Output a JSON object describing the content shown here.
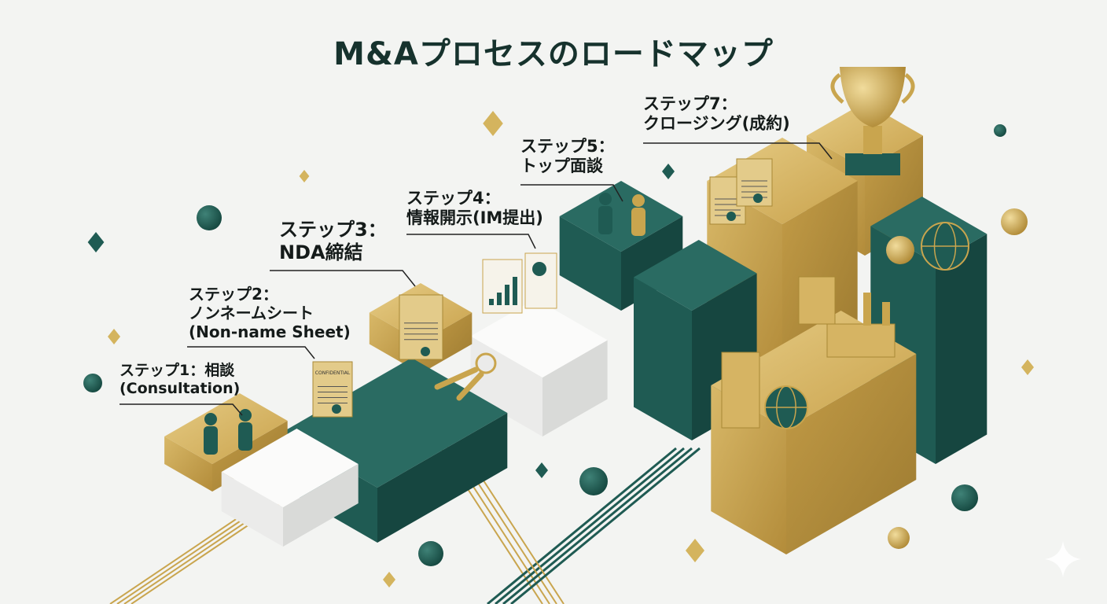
{
  "title": "M&Aプロセスのロードマップ",
  "steps": [
    {
      "id": "step1",
      "lines": [
        "ステップ1：相談",
        "(Consultation)"
      ]
    },
    {
      "id": "step2",
      "lines": [
        "ステップ2：",
        "ノンネームシート",
        "(Non-name Sheet)"
      ]
    },
    {
      "id": "step3",
      "lines": [
        "ステップ3：",
        "NDA締結"
      ]
    },
    {
      "id": "step4",
      "lines": [
        "ステップ4：",
        "情報開示(IM提出)"
      ]
    },
    {
      "id": "step5",
      "lines": [
        "ステップ5：",
        "トップ面談"
      ]
    },
    {
      "id": "step7",
      "lines": [
        "ステップ7：",
        "クロージング(成約)"
      ]
    }
  ],
  "document_stamp": "CONFIDENTIAL",
  "colors": {
    "teal": "#1f5b53",
    "gold": "#c9a54e",
    "white": "#f4f4f2",
    "text": "#151b1a"
  }
}
